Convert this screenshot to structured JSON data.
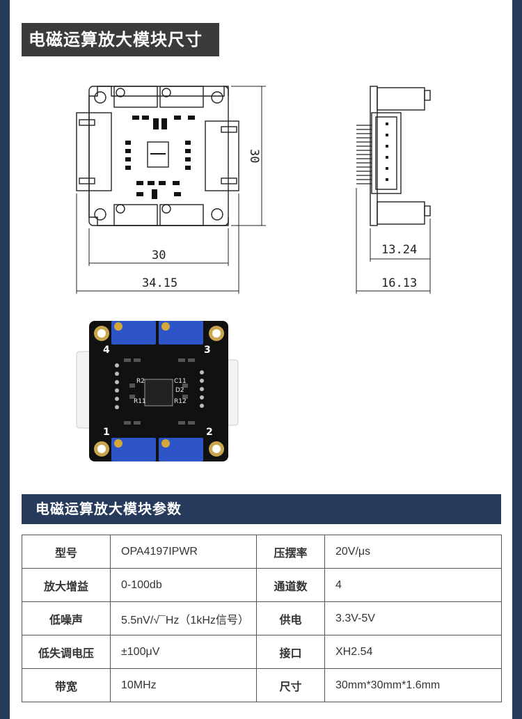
{
  "sections": {
    "dimensions_title": "电磁运算放大模块尺寸",
    "params_title": "电磁运算放大模块参数"
  },
  "dimensions": {
    "height": "30",
    "inner_width": "30",
    "outer_width": "34.15",
    "side_inner": "13.24",
    "side_outer": "16.13"
  },
  "board_labels": {
    "ch1": "1",
    "ch2": "2",
    "ch3": "3",
    "ch4": "4",
    "r2": "R2",
    "r11": "R11",
    "r12": "R12",
    "c11": "C11",
    "d2": "D2"
  },
  "params": {
    "rows": [
      {
        "k1": "型号",
        "v1": "OPA4197IPWR",
        "k2": "压摆率",
        "v2": "20V/μs"
      },
      {
        "k1": "放大增益",
        "v1": "0-100db",
        "k2": "通道数",
        "v2": "4"
      },
      {
        "k1": "低噪声",
        "v1": "5.5nV/√¯Hz（1kHz信号）",
        "k2": "供电",
        "v2": "3.3V-5V"
      },
      {
        "k1": "低失调电压",
        "v1": "±100μV",
        "k2": "接口",
        "v2": "XH2.54"
      },
      {
        "k1": "带宽",
        "v1": "10MHz",
        "k2": "尺寸",
        "v2": "30mm*30mm*1.6mm"
      }
    ]
  },
  "colors": {
    "frame": "#263a5c",
    "title_bg": "#3b3b3b",
    "pcb": "#111111",
    "potentiometer": "#2d55c8"
  }
}
